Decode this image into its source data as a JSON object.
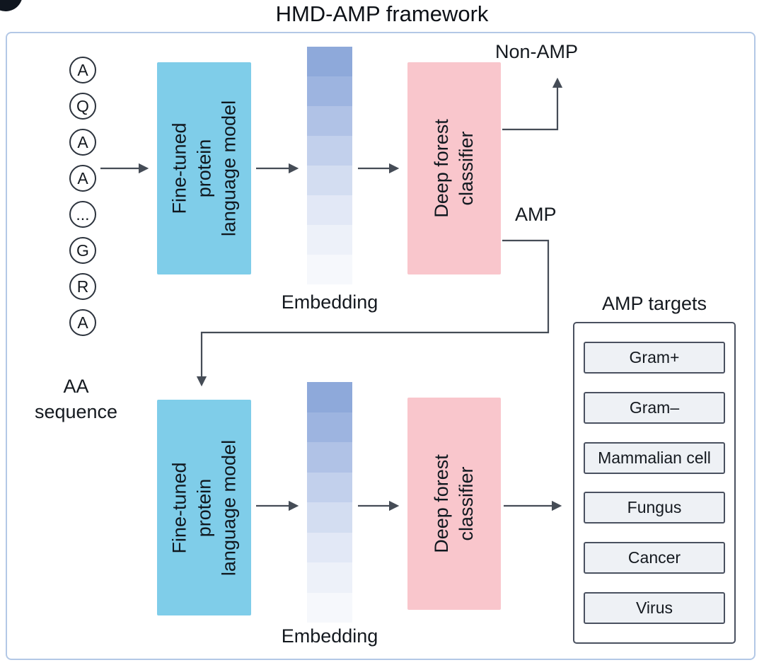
{
  "title": "HMD-AMP framework",
  "sequence": {
    "letters": [
      "A",
      "Q",
      "A",
      "A",
      "...",
      "G",
      "R",
      "A"
    ],
    "label": "AA\nsequence"
  },
  "pipeline_top": {
    "plm": "Fine-tuned\nprotein\nlanguage model",
    "embedding_label": "Embedding",
    "classifier": "Deep forest\nclassifier",
    "out_negative": "Non-AMP",
    "out_positive": "AMP"
  },
  "pipeline_bottom": {
    "plm": "Fine-tuned\nprotein\nlanguage model",
    "embedding_label": "Embedding",
    "classifier": "Deep forest\nclassifier"
  },
  "amp_targets": {
    "title": "AMP targets",
    "items": [
      "Gram+",
      "Gram–",
      "Mammalian cell",
      "Fungus",
      "Cancer",
      "Virus"
    ]
  },
  "embedding": {
    "colors": [
      "#8ea9da",
      "#9db4e0",
      "#b0c2e6",
      "#c2d0ec",
      "#d3ddf1",
      "#e2e8f6",
      "#edf1f9",
      "#f6f8fc"
    ]
  },
  "colors": {
    "plm_box": "#7fcde9",
    "classifier_box": "#f9c6cc",
    "frame_border": "#b3c8e6",
    "arrow": "#454c56",
    "target_button_bg": "#eef1f5",
    "target_button_border": "#4a5160"
  }
}
